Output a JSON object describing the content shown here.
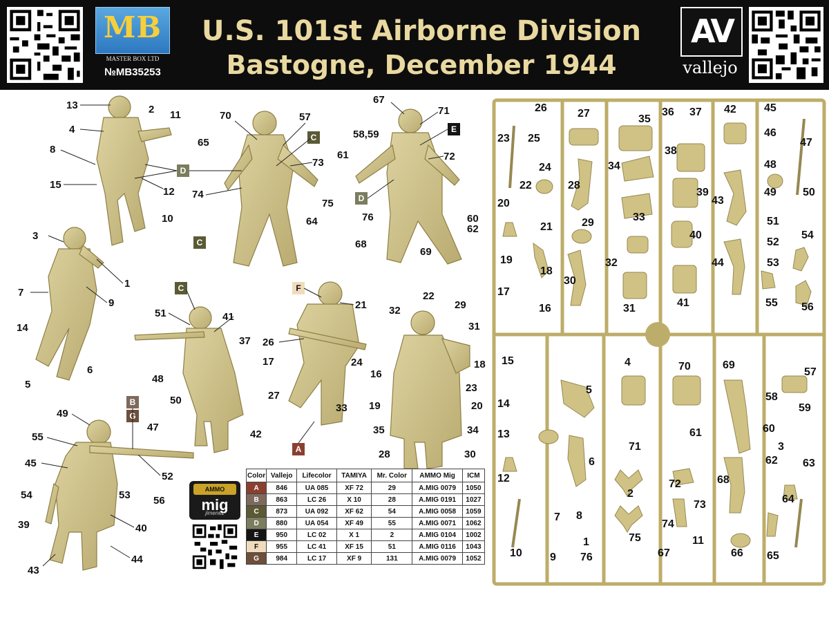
{
  "header": {
    "brand_letters": "MB",
    "brand_name": "MASTER BOX LTD",
    "product_code": "№MB35253",
    "title_line1": "U.S. 101st Airborne Division",
    "title_line2": "Bastogne, December 1944",
    "partner_letters": "AV",
    "partner_name": "vallejo"
  },
  "amig_logo": {
    "brand": "mig",
    "sub": "jimenez",
    "top": "AMMO"
  },
  "colors": {
    "sculpt": "#d2c58d",
    "sprue": "#bdad6a",
    "A": "#8b3f30",
    "B": "#7d6a5c",
    "C": "#5b5a35",
    "D": "#7a7d5e",
    "E": "#141414",
    "F": "#f0dcbc",
    "G": "#6e4f3b"
  },
  "figures": [
    {
      "id": "fig1",
      "badges": [
        "D"
      ],
      "callouts": [
        "13",
        "2",
        "11",
        "4",
        "8",
        "15",
        "12",
        "10"
      ]
    },
    {
      "id": "fig2",
      "badges": [
        "C",
        "C"
      ],
      "callouts": [
        "70",
        "57",
        "65",
        "73",
        "74",
        "75",
        "64"
      ]
    },
    {
      "id": "fig3",
      "badges": [
        "E",
        "D"
      ],
      "callouts": [
        "67",
        "71",
        "58,59",
        "72",
        "61",
        "76",
        "60",
        "62",
        "68",
        "69"
      ]
    },
    {
      "id": "fig4",
      "badges": [],
      "callouts": [
        "3",
        "1",
        "7",
        "9",
        "14",
        "5",
        "6"
      ]
    },
    {
      "id": "fig5",
      "badges": [
        "C"
      ],
      "callouts": [
        "51",
        "41",
        "37",
        "48",
        "50",
        "42"
      ]
    },
    {
      "id": "fig6",
      "badges": [
        "F",
        "A"
      ],
      "callouts": [
        "21",
        "26",
        "17",
        "24",
        "27",
        "33"
      ]
    },
    {
      "id": "fig7",
      "badges": [],
      "callouts": [
        "22",
        "29",
        "32",
        "31",
        "18",
        "16",
        "23",
        "19",
        "20",
        "35",
        "34",
        "28",
        "30"
      ]
    },
    {
      "id": "fig8",
      "badges": [
        "B",
        "G"
      ],
      "callouts": [
        "49",
        "47",
        "55",
        "45",
        "52",
        "54",
        "53",
        "56",
        "39",
        "40",
        "43",
        "44"
      ]
    }
  ],
  "sprue_parts": [
    "26",
    "27",
    "35",
    "36",
    "37",
    "42",
    "45",
    "23",
    "25",
    "46",
    "47",
    "24",
    "38",
    "34",
    "48",
    "22",
    "28",
    "39",
    "43",
    "49",
    "50",
    "20",
    "33",
    "51",
    "21",
    "29",
    "40",
    "54",
    "52",
    "32",
    "44",
    "53",
    "19",
    "18",
    "30",
    "17",
    "55",
    "16",
    "31",
    "41",
    "56",
    "15",
    "70",
    "69",
    "57",
    "4",
    "58",
    "14",
    "5",
    "59",
    "60",
    "3",
    "71",
    "61",
    "13",
    "62",
    "63",
    "6",
    "12",
    "2",
    "68",
    "72",
    "64",
    "7",
    "73",
    "8",
    "74",
    "1",
    "75",
    "11",
    "10",
    "9",
    "76",
    "67",
    "66",
    "65"
  ],
  "color_table": {
    "headers": [
      "Color",
      "Vallejo",
      "Lifecolor",
      "TAMIYA",
      "Mr. Color",
      "AMMO Mig",
      "ICM"
    ],
    "rows": [
      {
        "color": "A",
        "vallejo": "846",
        "lifecolor": "UA 085",
        "tamiya": "XF 72",
        "mrcolor": "29",
        "ammo": "A.MIG 0079",
        "icm": "1050"
      },
      {
        "color": "B",
        "vallejo": "863",
        "lifecolor": "LC 26",
        "tamiya": "X 10",
        "mrcolor": "28",
        "ammo": "A.MIG 0191",
        "icm": "1027"
      },
      {
        "color": "C",
        "vallejo": "873",
        "lifecolor": "UA 092",
        "tamiya": "XF 62",
        "mrcolor": "54",
        "ammo": "A.MIG 0058",
        "icm": "1059"
      },
      {
        "color": "D",
        "vallejo": "880",
        "lifecolor": "UA 054",
        "tamiya": "XF 49",
        "mrcolor": "55",
        "ammo": "A.MIG 0071",
        "icm": "1062"
      },
      {
        "color": "E",
        "vallejo": "950",
        "lifecolor": "LC 02",
        "tamiya": "X 1",
        "mrcolor": "2",
        "ammo": "A.MIG 0104",
        "icm": "1002"
      },
      {
        "color": "F",
        "vallejo": "955",
        "lifecolor": "LC 41",
        "tamiya": "XF 15",
        "mrcolor": "51",
        "ammo": "A.MIG 0116",
        "icm": "1043"
      },
      {
        "color": "G",
        "vallejo": "984",
        "lifecolor": "LC 17",
        "tamiya": "XF 9",
        "mrcolor": "131",
        "ammo": "A.MIG 0079",
        "icm": "1052"
      }
    ]
  }
}
